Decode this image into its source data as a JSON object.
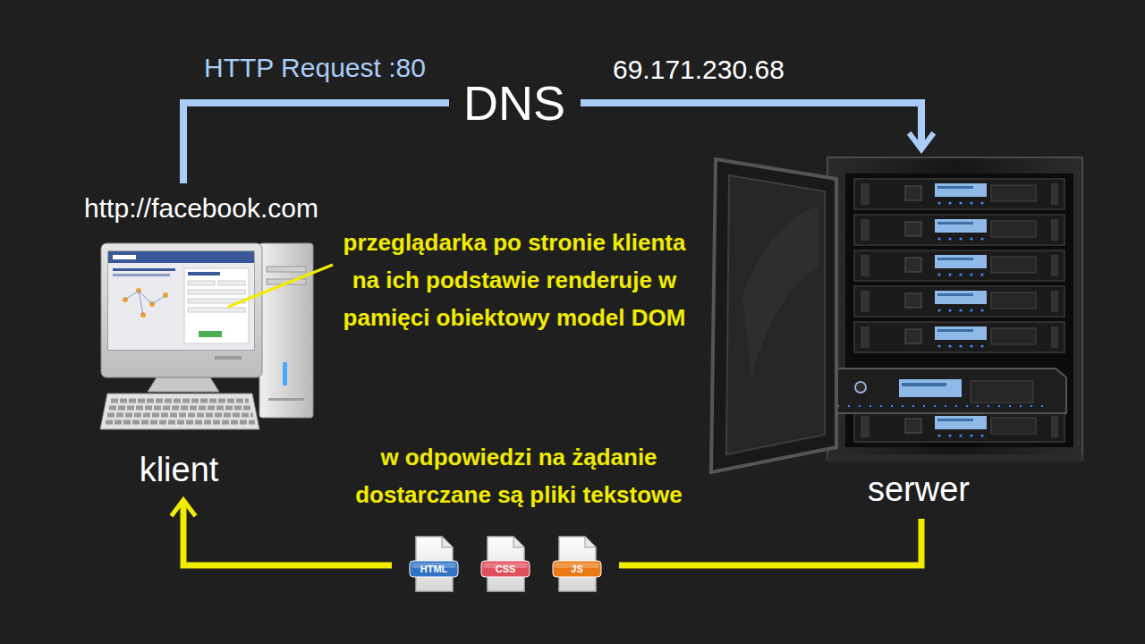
{
  "diagram": {
    "nodes": [
      {
        "text": [
          "http://facebook.com",
          "klient"
        ]
      },
      {
        "text": [
          "DNS"
        ]
      },
      {
        "text": [
          "serwer"
        ]
      },
      {
        "text": [
          "HTML"
        ]
      },
      {
        "text": [
          "CSS"
        ]
      },
      {
        "text": [
          "JS"
        ]
      }
    ],
    "edges": [
      {
        "from": 0,
        "to": 1,
        "arrow": "none",
        "label": "HTTP Request :80"
      },
      {
        "from": 1,
        "to": 2,
        "arrow": "to",
        "label": "69.171.230.68"
      },
      {
        "from": 2,
        "to": 5,
        "arrow": "none"
      },
      {
        "from": 3,
        "to": 0,
        "arrow": "to"
      }
    ],
    "labels": [
      "przeglądarka po stronie klienta na ich podstawie renderuje w pamięci obiektowy model DOM",
      "w odpowiedzi na żądanie dostarczane są pliki tekstowe"
    ]
  }
}
